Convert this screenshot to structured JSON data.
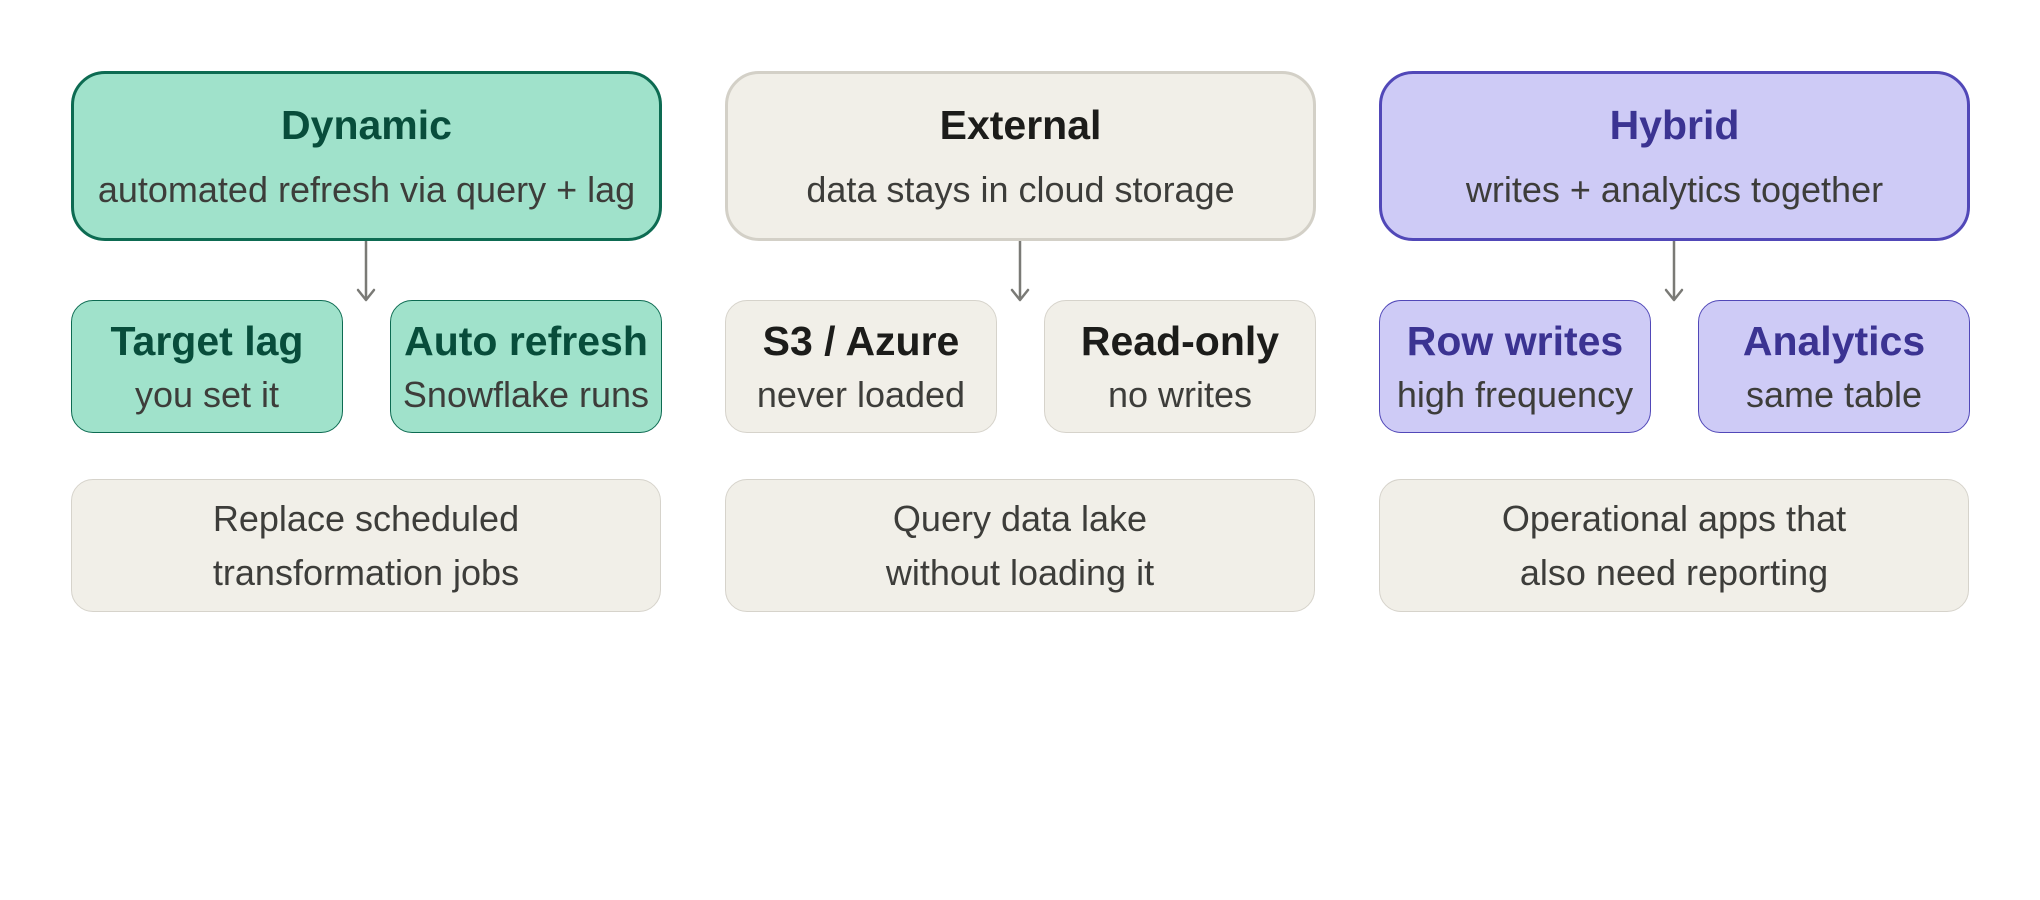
{
  "columns": [
    {
      "header": {
        "title": "Dynamic",
        "subtitle": "automated refresh via query + lag"
      },
      "features": [
        {
          "title": "Target lag",
          "subtitle": "you set it"
        },
        {
          "title": "Auto refresh",
          "subtitle": "Snowflake runs"
        }
      ],
      "use_case": {
        "line1": "Replace scheduled",
        "line2": "transformation jobs"
      }
    },
    {
      "header": {
        "title": "External",
        "subtitle": "data stays in cloud storage"
      },
      "features": [
        {
          "title": "S3 / Azure",
          "subtitle": "never loaded"
        },
        {
          "title": "Read-only",
          "subtitle": "no writes"
        }
      ],
      "use_case": {
        "line1": "Query data lake",
        "line2": "without loading it"
      }
    },
    {
      "header": {
        "title": "Hybrid",
        "subtitle": "writes + analytics together"
      },
      "features": [
        {
          "title": "Row writes",
          "subtitle": "high frequency"
        },
        {
          "title": "Analytics",
          "subtitle": "same table"
        }
      ],
      "use_case": {
        "line1": "Operational apps that",
        "line2": "also need reporting"
      }
    }
  ],
  "colors": {
    "teal_fill": "#a0e2cb",
    "teal_border": "#0d6b52",
    "stone_fill": "#f1efe8",
    "violet_fill": "#cecbf6",
    "violet_border": "#5148b8",
    "arrow": "#7a7a76"
  }
}
